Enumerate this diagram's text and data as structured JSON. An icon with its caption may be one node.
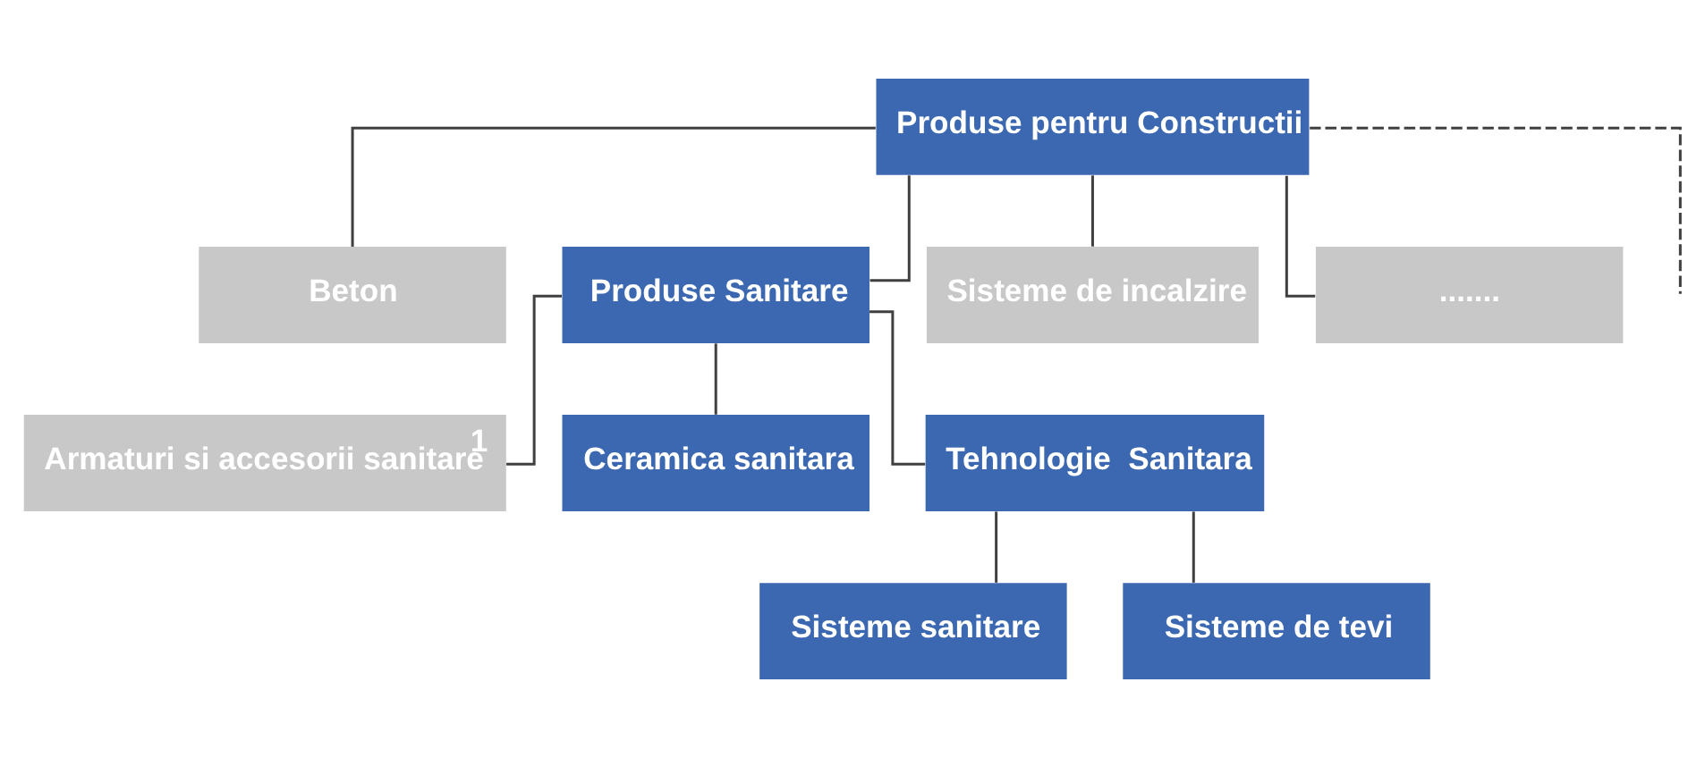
{
  "diagram": {
    "nodes": [
      {
        "text": [
          "Produse pentru Constructii"
        ]
      },
      {
        "text": [
          "Beton"
        ]
      },
      {
        "text": [
          "Produse Sanitare"
        ]
      },
      {
        "text": [
          "Sisteme de incalzire"
        ]
      },
      {
        "text": [
          "......."
        ]
      },
      {
        "text": [
          "Armaturi si accesorii sanitare$^{1}$"
        ]
      },
      {
        "text": [
          "Ceramica sanitara"
        ]
      },
      {
        "text": [
          "Tehnologie  Sanitara"
        ]
      },
      {
        "text": [
          "Sisteme sanitare"
        ]
      },
      {
        "text": [
          "Sisteme de tevi"
        ]
      }
    ],
    "edges": [
      {
        "from": 0,
        "to": 1,
        "arrow": "none"
      },
      {
        "from": 0,
        "to": 2,
        "arrow": "none"
      },
      {
        "from": 0,
        "to": 3,
        "arrow": "none"
      },
      {
        "from": 0,
        "to": 4,
        "arrow": "none"
      },
      {
        "from": 0,
        "to": null,
        "arrow": "none",
        "style": "dashed"
      },
      {
        "from": 2,
        "to": 5,
        "arrow": "none"
      },
      {
        "from": 2,
        "to": 6,
        "arrow": "none"
      },
      {
        "from": 2,
        "to": 7,
        "arrow": "none"
      },
      {
        "from": 7,
        "to": 8,
        "arrow": "none"
      },
      {
        "from": 7,
        "to": 9,
        "arrow": "none"
      }
    ]
  }
}
